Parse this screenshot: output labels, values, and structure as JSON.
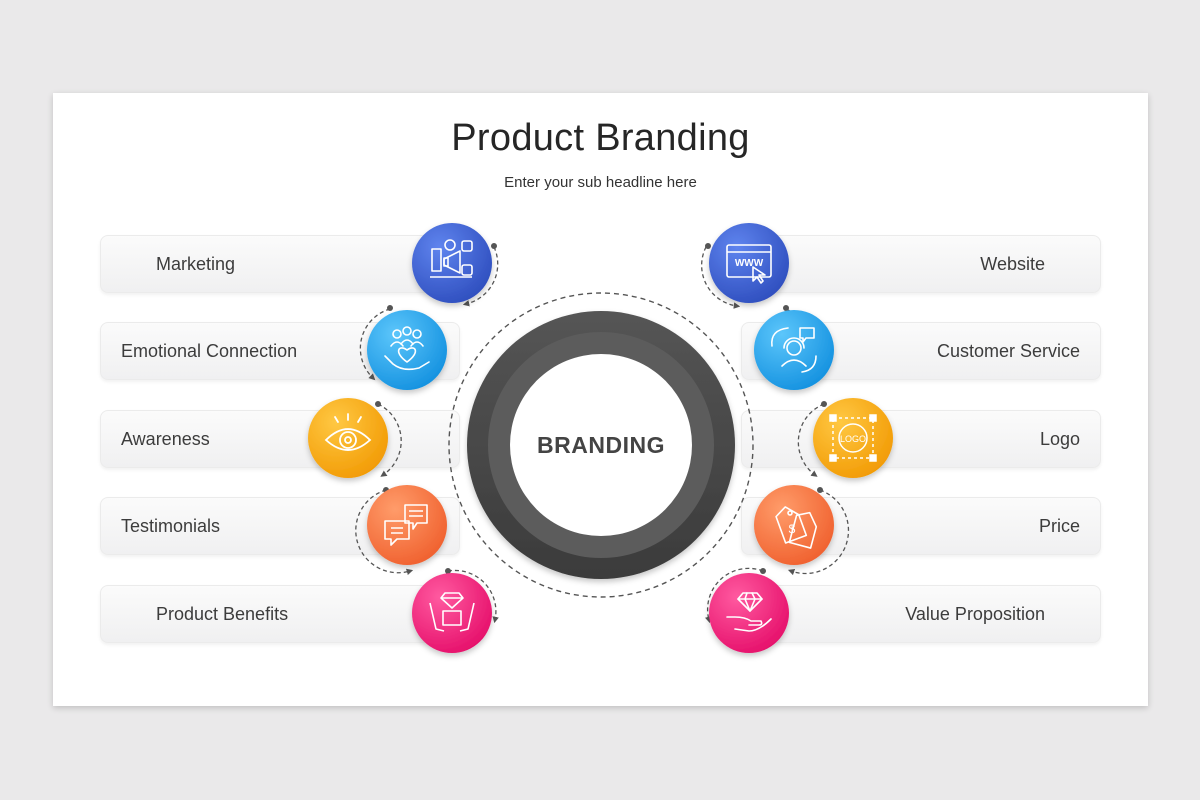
{
  "title": "Product Branding",
  "subtitle": "Enter your sub headline here",
  "hub": {
    "label": "BRANDING"
  },
  "left_items": [
    {
      "label": "Marketing",
      "icon": "megaphone-social-icon",
      "color": "#3a5ac8"
    },
    {
      "label": "Emotional Connection",
      "icon": "hand-heart-people-icon",
      "color": "#1fa0ea"
    },
    {
      "label": "Awareness",
      "icon": "eye-icon",
      "color": "#f6a610"
    },
    {
      "label": "Testimonials",
      "icon": "chat-bubbles-icon",
      "color": "#f4733a"
    },
    {
      "label": "Product Benefits",
      "icon": "hands-diamond-box-icon",
      "color": "#ef1f78"
    }
  ],
  "right_items": [
    {
      "label": "Website",
      "icon": "www-browser-icon",
      "color": "#3a5ac8"
    },
    {
      "label": "Customer Service",
      "icon": "support-agent-icon",
      "color": "#1fa0ea"
    },
    {
      "label": "Logo",
      "icon": "logo-vector-icon",
      "color": "#f6a610"
    },
    {
      "label": "Price",
      "icon": "price-tags-icon",
      "color": "#f4733a"
    },
    {
      "label": "Value Proposition",
      "icon": "hand-diamond-icon",
      "color": "#ef1f78"
    }
  ]
}
